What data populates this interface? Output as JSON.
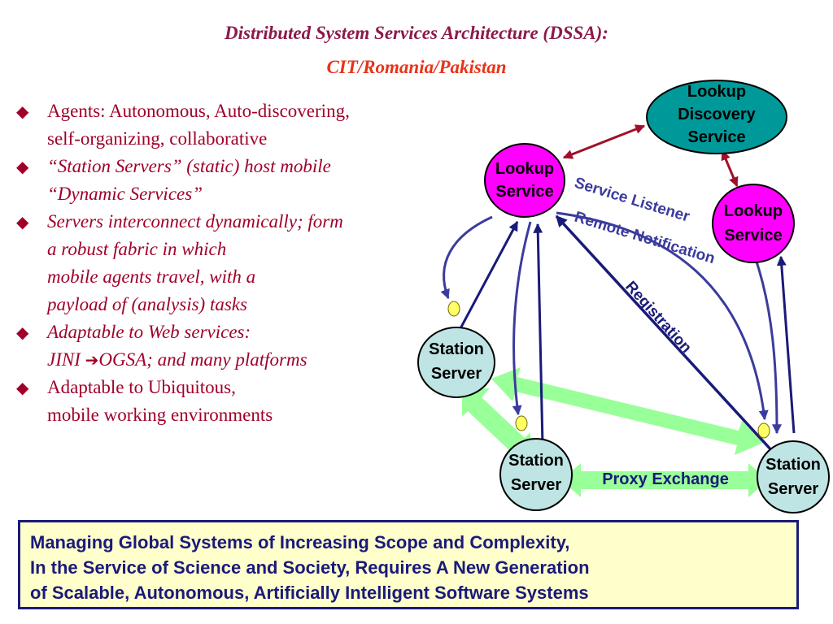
{
  "title": {
    "line1": "Distributed System Services Architecture (DSSA):",
    "line2": "CIT/Romania/Pakistan"
  },
  "bullets": [
    {
      "style": "normal",
      "lines": [
        "Agents: Autonomous, Auto-discovering,",
        "self-organizing, collaborative"
      ]
    },
    {
      "style": "italic",
      "lines": [
        "“Station Servers” (static) host mobile",
        "“Dynamic Services”"
      ]
    },
    {
      "style": "italic",
      "lines": [
        "Servers interconnect dynamically; form",
        "a robust fabric in which",
        "mobile agents travel, with a",
        "payload of (analysis) tasks"
      ]
    },
    {
      "style": "italic",
      "lines": [
        "Adaptable to Web services:"
      ],
      "jini": {
        "before": "JINI ",
        "arrow": "➔",
        "after": "OGSA; and many platforms"
      }
    },
    {
      "style": "normal",
      "lines": [
        "Adaptable to Ubiquitous,",
        "mobile working environments"
      ]
    }
  ],
  "diagram": {
    "lookup_discovery": [
      "Lookup",
      "Discovery",
      "Service"
    ],
    "lookup_left": [
      "Lookup",
      "Service"
    ],
    "lookup_right": [
      "Lookup",
      "Service"
    ],
    "station_left": [
      "Station",
      "Server"
    ],
    "station_bottom": [
      "Station",
      "Server"
    ],
    "station_right": [
      "Station",
      "Server"
    ],
    "label_listener": "Service Listener",
    "label_remote": "Remote Notification",
    "label_registration": "Registration",
    "label_proxy": "Proxy Exchange"
  },
  "footer": [
    "Managing Global Systems of Increasing Scope and Complexity,",
    "In the Service of Science and Society, Requires A New Generation",
    "of Scalable, Autonomous, Artificially Intelligent Software Systems"
  ],
  "colors": {
    "title": "#8b1a4a",
    "subtitle": "#e8331a",
    "bullet_text": "#a0002a",
    "lookup_service_fill": "#ff00ff",
    "discovery_fill": "#009999",
    "station_fill": "#bfe4e4",
    "green_arrow": "#99ff99",
    "navy": "#1a1a7a",
    "footer_bg": "#ffffcc"
  }
}
